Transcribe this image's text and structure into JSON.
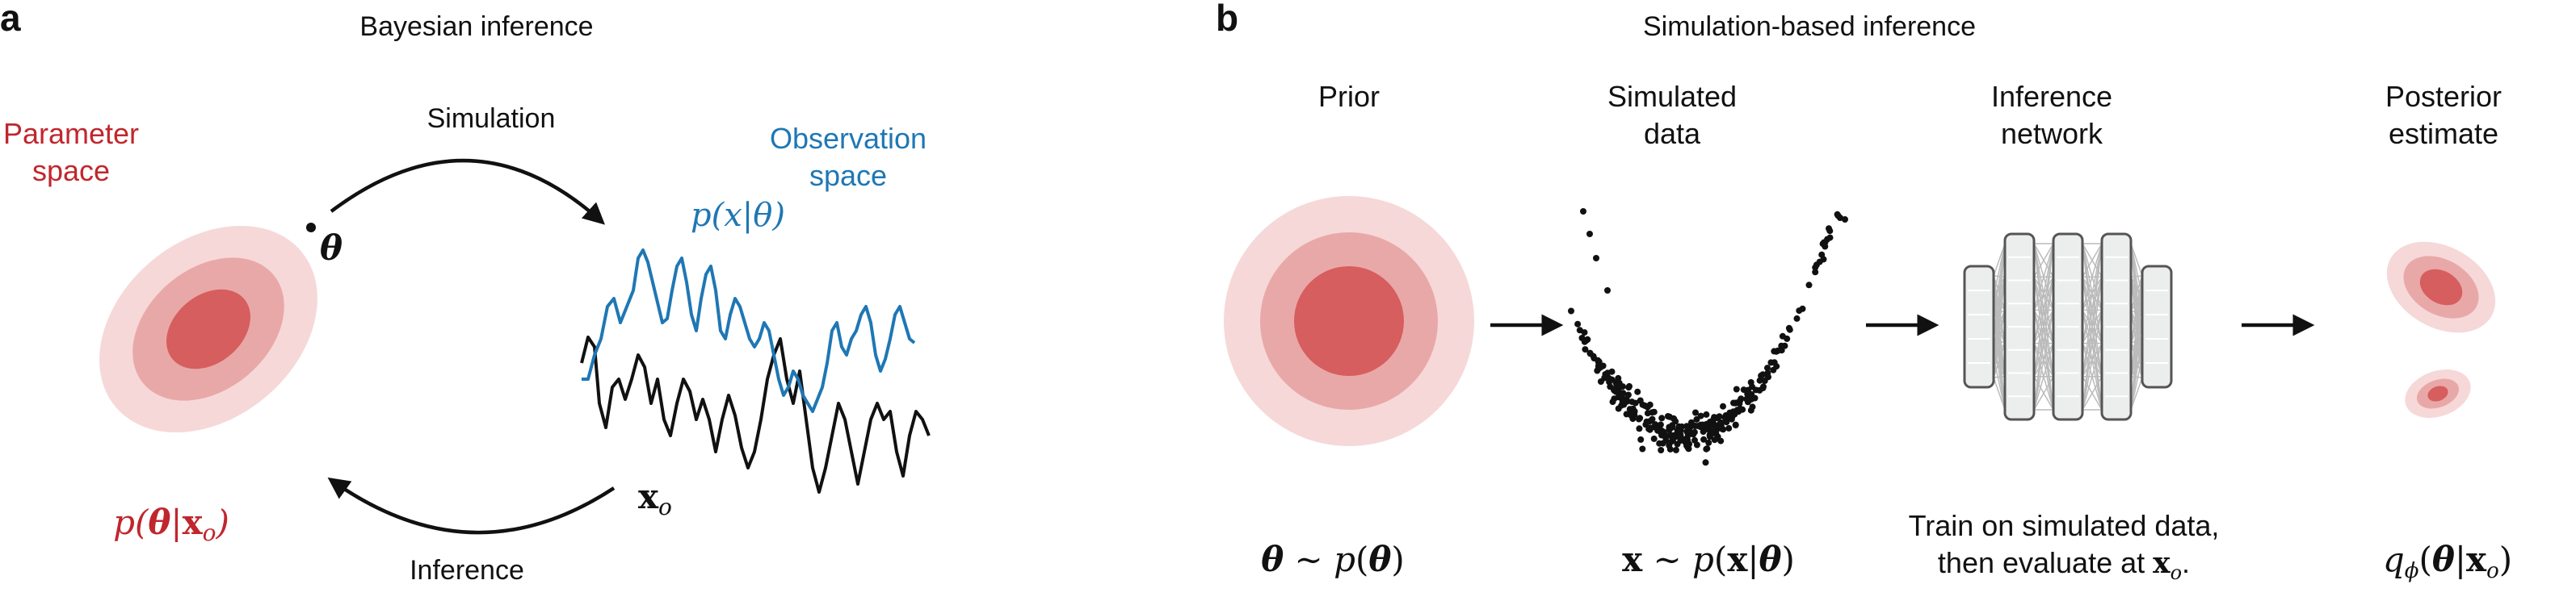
{
  "panel_a": {
    "letter": "a",
    "title": "Bayesian inference",
    "parameter_space": [
      "Parameter",
      "space"
    ],
    "simulation": "Simulation",
    "inference": "Inference",
    "observation_space": [
      "Observation",
      "space"
    ],
    "theta": "θ",
    "likelihood": "p(x|θ)",
    "x_o": "xo",
    "posterior": "p(θ|xo)"
  },
  "panel_b": {
    "letter": "b",
    "title": "Simulation-based inference",
    "prior_label": [
      "Prior"
    ],
    "simulated_label": [
      "Simulated",
      "data"
    ],
    "network_label": [
      "Inference",
      "network"
    ],
    "posterior_label": [
      "Posterior",
      "estimate"
    ],
    "prior_eq": "θ ~ p(θ)",
    "sim_eq": "x ~ p(x|θ)",
    "train_text": [
      "Train on simulated data,",
      "then evaluate at xo."
    ],
    "posterior_eq": "qϕ(θ|xo)"
  },
  "colors": {
    "red_dark": "#d65e5e",
    "red_mid": "#e9a8a8",
    "red_light": "#f6d8d8",
    "blue": "#1f77b4",
    "black": "#111111",
    "text_red": "#c0272d"
  },
  "icons": [
    "arrow-right-icon",
    "curved-arrow-icon",
    "network-icon"
  ]
}
